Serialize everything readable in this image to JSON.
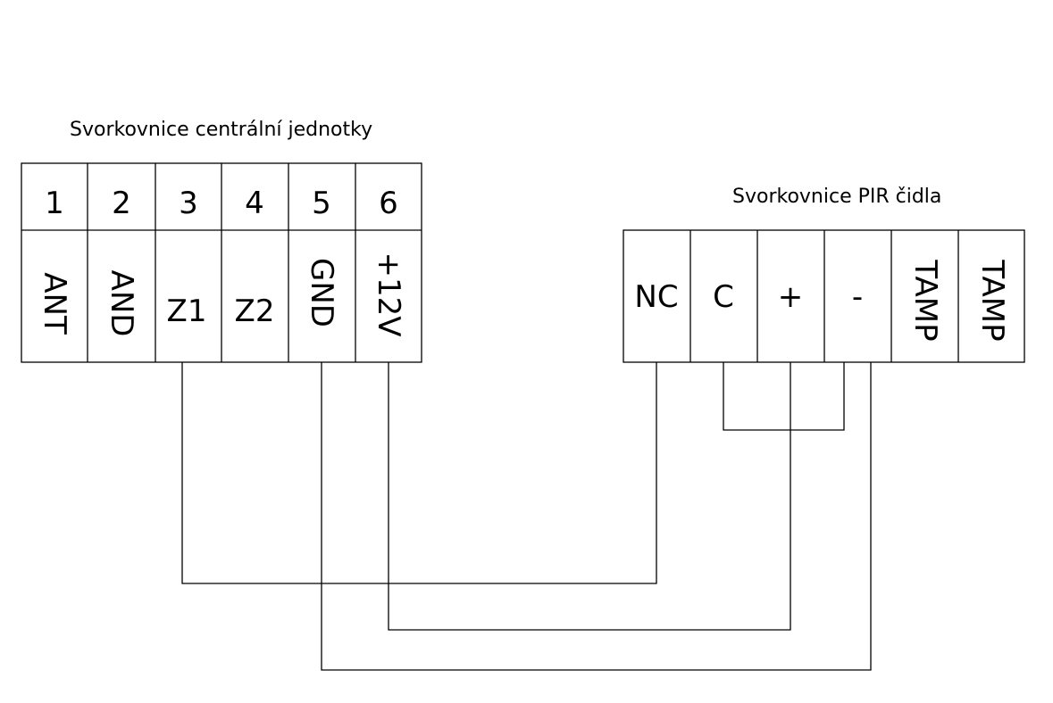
{
  "central": {
    "title": "Svorkovnice centrální jednotky",
    "terminals": [
      {
        "number": "1",
        "label": "ANT"
      },
      {
        "number": "2",
        "label": "AND"
      },
      {
        "number": "3",
        "label": "Z1"
      },
      {
        "number": "4",
        "label": "Z2"
      },
      {
        "number": "5",
        "label": "GND"
      },
      {
        "number": "6",
        "label": "+12V"
      }
    ]
  },
  "pir": {
    "title": "Svorkovnice PIR čidla",
    "terminals": [
      {
        "label": "NC"
      },
      {
        "label": "C"
      },
      {
        "label": "+"
      },
      {
        "label": "-"
      },
      {
        "label": "TAMP"
      },
      {
        "label": "TAMP"
      }
    ]
  },
  "connections": [
    {
      "from": "Z1",
      "to": "NC"
    },
    {
      "from": "GND",
      "to": "-"
    },
    {
      "from": "+12V",
      "to": "+"
    },
    {
      "from": "C",
      "to": "-"
    }
  ]
}
